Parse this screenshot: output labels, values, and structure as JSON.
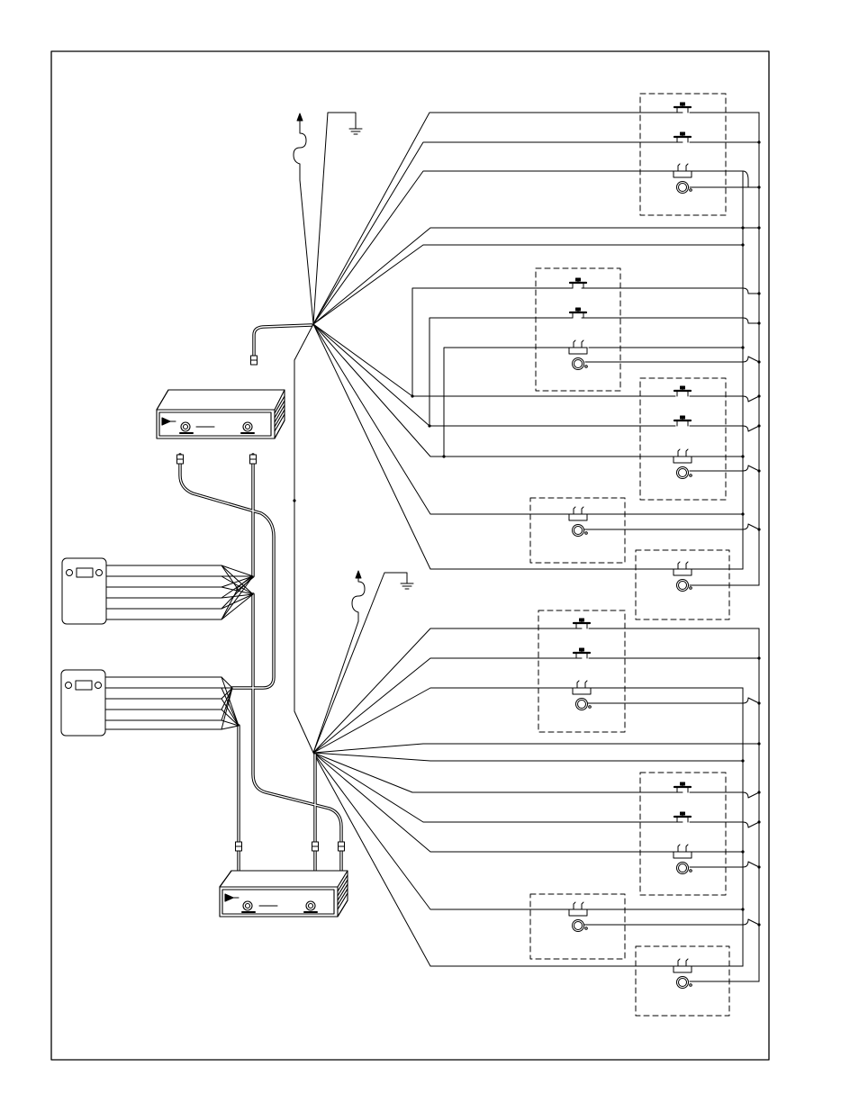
{
  "diagram": {
    "colors": {
      "line": "#000000",
      "background": "#ffffff"
    },
    "groups": [
      {
        "id": "upper",
        "hub": "upper-hub",
        "station_boxes": [
          {
            "devices": [
              "pushbutton",
              "pushbutton",
              "switch-with-lamp"
            ]
          },
          {
            "devices": [
              "pushbutton",
              "pushbutton",
              "switch-with-lamp"
            ]
          },
          {
            "devices": [
              "pushbutton",
              "pushbutton",
              "switch-with-lamp"
            ]
          },
          {
            "devices": [
              "switch-with-lamp"
            ]
          },
          {
            "devices": [
              "switch-with-lamp"
            ]
          }
        ]
      },
      {
        "id": "lower",
        "hub": "lower-hub",
        "station_boxes": [
          {
            "devices": [
              "pushbutton",
              "pushbutton",
              "switch-with-lamp"
            ]
          },
          {
            "devices": [
              "pushbutton",
              "pushbutton",
              "switch-with-lamp"
            ]
          },
          {
            "devices": [
              "switch-with-lamp"
            ]
          },
          {
            "devices": [
              "switch-with-lamp"
            ]
          }
        ]
      }
    ],
    "controllers": [
      "controller-upper",
      "controller-lower"
    ],
    "wall_panels": [
      "panel-upper",
      "panel-lower"
    ],
    "icons": [
      "antenna-icon",
      "ground-icon",
      "pushbutton-icon",
      "switch-icon",
      "lamp-icon",
      "connector-icon",
      "knob-icon",
      "logo-icon"
    ]
  }
}
